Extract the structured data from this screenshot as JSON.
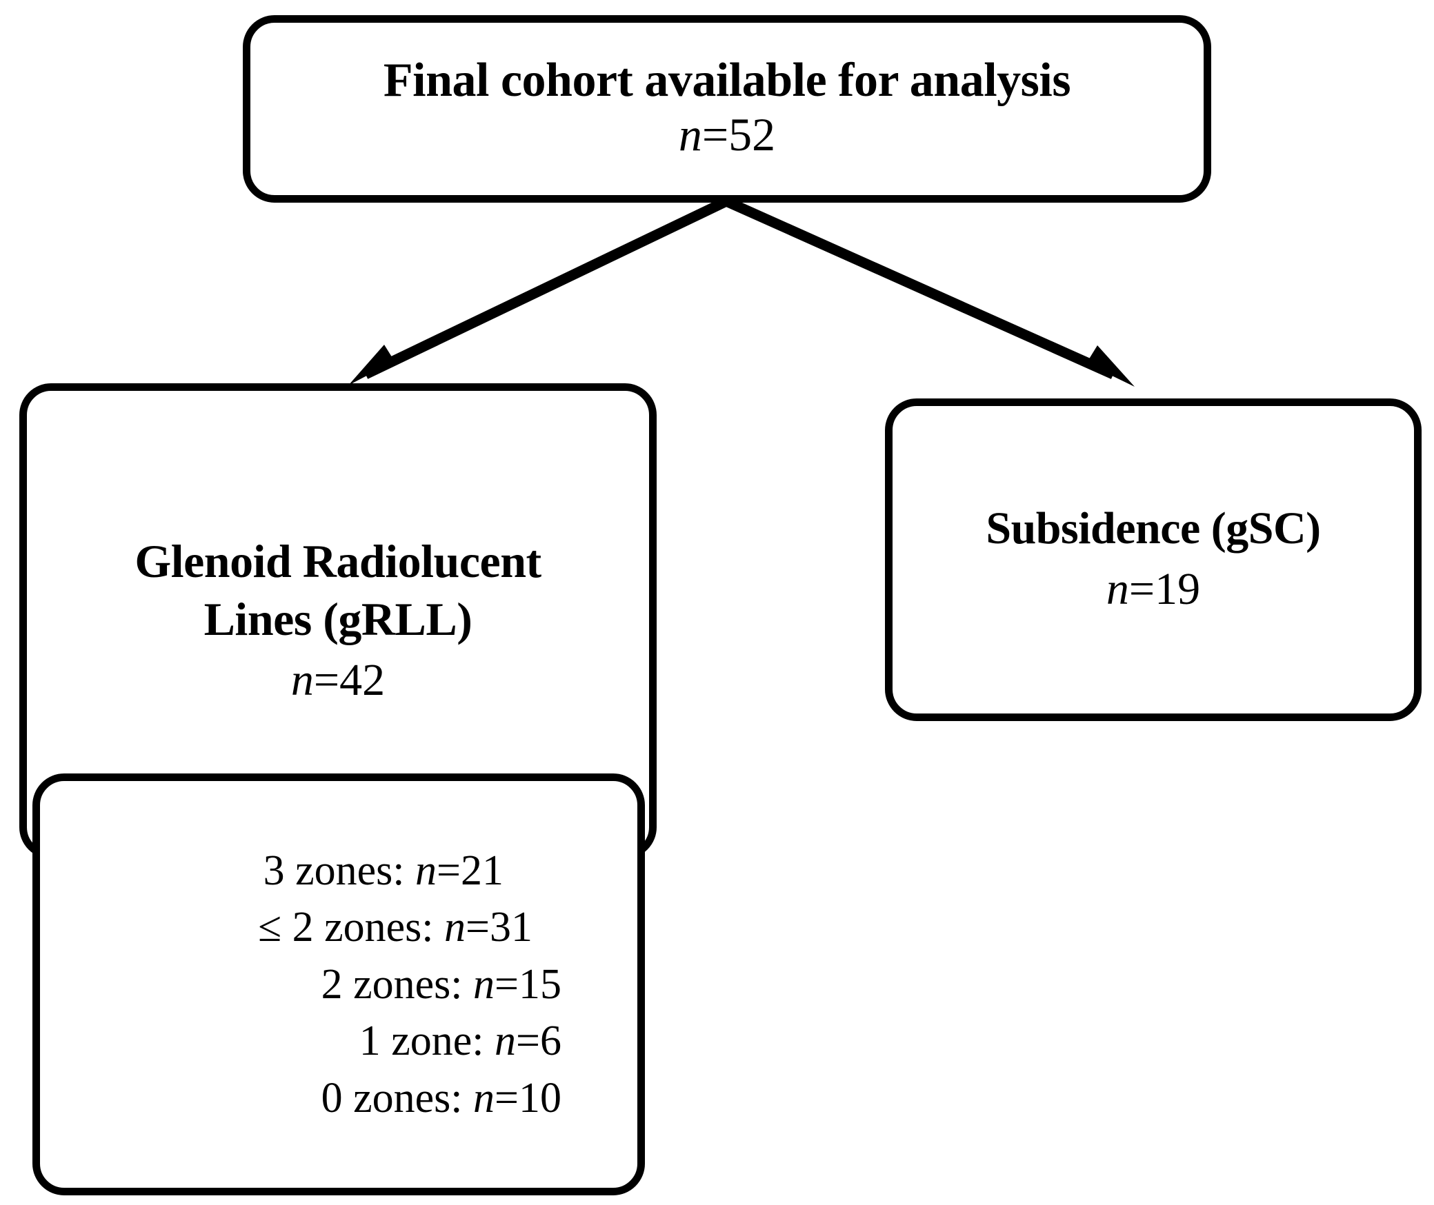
{
  "diagram": {
    "type": "flowchart",
    "title": "Study cohort flow diagram",
    "background_color": "#ffffff",
    "line_color": "#000000",
    "nodes": [
      {
        "id": "root",
        "title": "Final cohort available for analysis",
        "count_prefix": "n",
        "count_sep": "=",
        "count_value": "52",
        "count_text": "n=52"
      },
      {
        "id": "grll",
        "title_line1": "Glenoid Radiolucent",
        "title_line2": "Lines (gRLL)",
        "count_prefix": "n",
        "count_sep": "=",
        "count_value": "42",
        "count_text": "n=42"
      },
      {
        "id": "gsc",
        "title": "Subsidence (gSC)",
        "count_prefix": "n",
        "count_sep": "=",
        "count_value": "19",
        "count_text": "n=19"
      },
      {
        "id": "zones",
        "lines": [
          {
            "label": "3 zones:",
            "count_prefix": "n",
            "count_sep": "=",
            "count_value": "21"
          },
          {
            "label": "≤ 2 zones:",
            "count_prefix": "n",
            "count_sep": "=",
            "count_value": "31"
          },
          {
            "label": "2 zones:",
            "count_prefix": "n",
            "count_sep": "=",
            "count_value": "15"
          },
          {
            "label": "1 zone:",
            "count_prefix": "n",
            "count_sep": "=",
            "count_value": "6"
          },
          {
            "label": "0 zones:",
            "count_prefix": "n",
            "count_sep": "=",
            "count_value": "10"
          }
        ]
      }
    ],
    "edges": [
      {
        "id": "root-to-grll",
        "from": "root",
        "to": "grll",
        "style": "arrow-diagonal-left"
      },
      {
        "id": "root-to-gsc",
        "from": "root",
        "to": "gsc",
        "style": "arrow-diagonal-right"
      },
      {
        "id": "grll-to-zones",
        "from": "grll",
        "to": "zones",
        "style": "arrow-vertical"
      }
    ]
  }
}
